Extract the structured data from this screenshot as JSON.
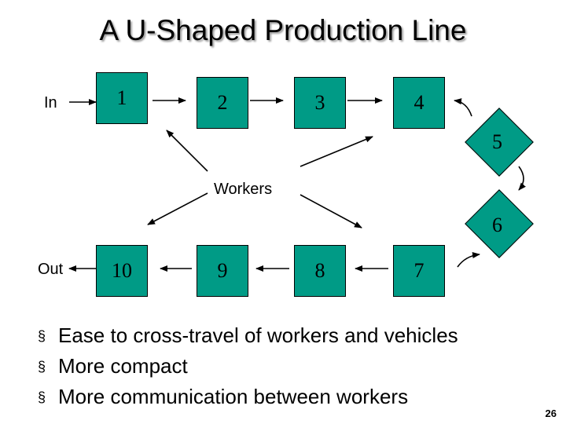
{
  "title": "A U-Shaped Production Line",
  "input_label": "In",
  "output_label": "Out",
  "workers_label": "Workers",
  "stations_top": [
    "1",
    "2",
    "3",
    "4"
  ],
  "stations_right": [
    "5",
    "6"
  ],
  "stations_bottom": [
    "10",
    "9",
    "8",
    "7"
  ],
  "bullet_symbol": "§",
  "bullets": [
    "Ease to cross-travel of workers and vehicles",
    "More compact",
    "More communication between workers"
  ],
  "page_number": "26",
  "colors": {
    "station_fill": "#009b86",
    "title_shadow": "#9a9a9a"
  }
}
